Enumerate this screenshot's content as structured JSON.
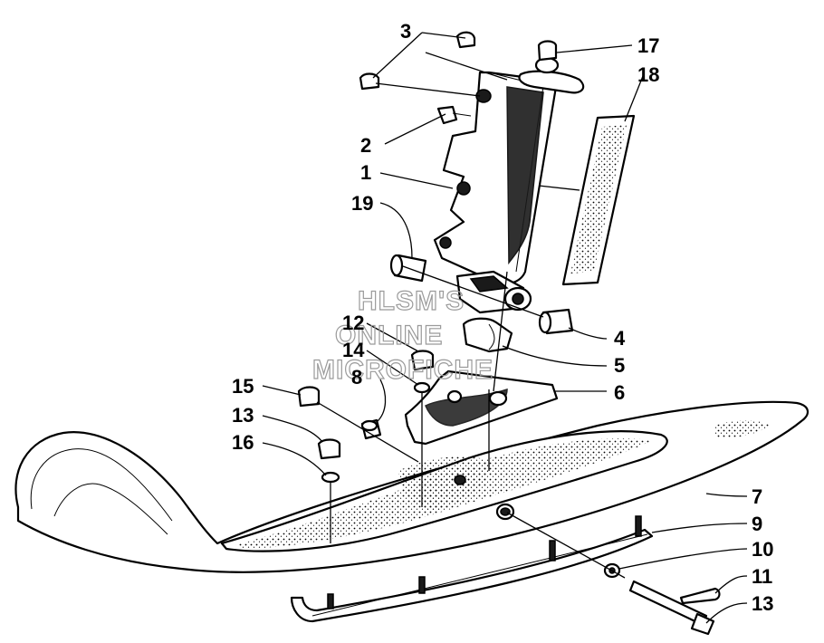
{
  "watermark": {
    "line1": "HLSM'S",
    "line2": "ONLINE",
    "line3": "MICROFICHE"
  },
  "callouts": [
    "1",
    "2",
    "3",
    "4",
    "5",
    "6",
    "7",
    "8",
    "9",
    "10",
    "11",
    "12",
    "13",
    "13",
    "14",
    "15",
    "16",
    "17",
    "18",
    "19"
  ]
}
